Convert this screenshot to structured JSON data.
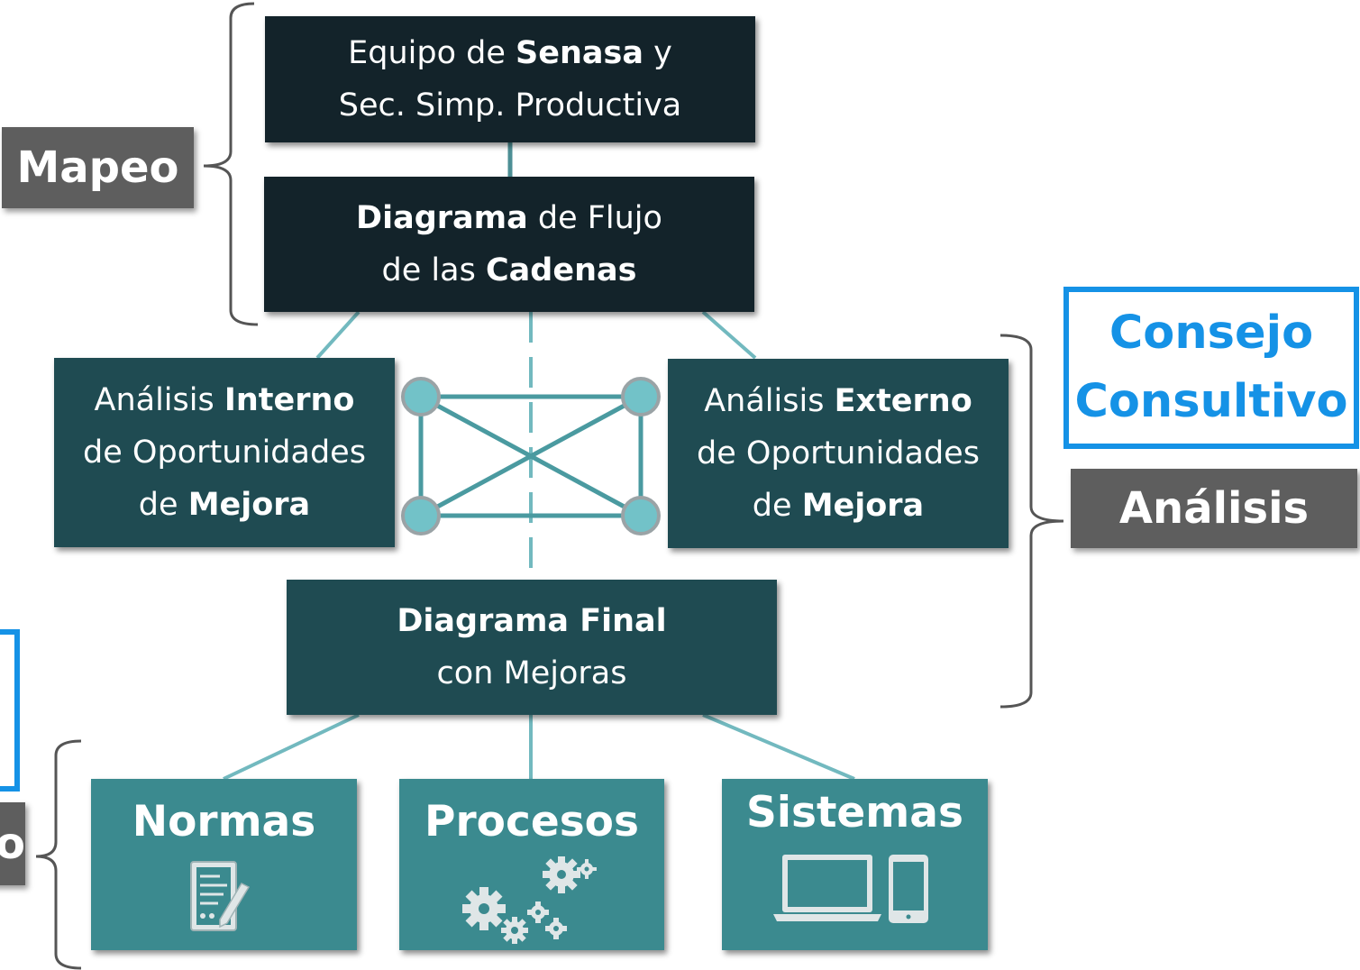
{
  "colors": {
    "dark_box": "#13232a",
    "mid_box": "#1f4b52",
    "teal_box": "#3b8a8f",
    "connector": "#72b9bf",
    "label_gray": "#5e5e5e",
    "accent_blue": "#1592e6",
    "bracket": "#555555"
  },
  "labels": {
    "mapeo": "Mapeo",
    "analisis": "Análisis",
    "consejo_line1": "Consejo",
    "consejo_line2": "Consultivo",
    "left_partial": "o"
  },
  "boxes": {
    "equipo": {
      "l1_a": "Equipo de ",
      "l1_b": "Senasa",
      "l1_c": "  y",
      "l2": "Sec. Simp. Productiva"
    },
    "diagrama_flujo": {
      "l1_a": "Diagrama",
      "l1_b": " de Flujo",
      "l2_a": "de las ",
      "l2_b": "Cadenas"
    },
    "interno": {
      "l1_a": "Análisis ",
      "l1_b": "Interno",
      "l2": "de Oportunidades",
      "l3_a": "de ",
      "l3_b": "Mejora"
    },
    "externo": {
      "l1_a": "Análisis ",
      "l1_b": "Externo",
      "l2": "de Oportunidades",
      "l3_a": "de ",
      "l3_b": "Mejora"
    },
    "final": {
      "l1": "Diagrama Final",
      "l2": "con Mejoras"
    },
    "normas": {
      "title": "Normas",
      "icon": "document-edit-icon"
    },
    "procesos": {
      "title": "Procesos",
      "icon": "gears-icon"
    },
    "sistemas": {
      "title": "Sistemas",
      "icon": "laptop-phone-icon"
    }
  }
}
